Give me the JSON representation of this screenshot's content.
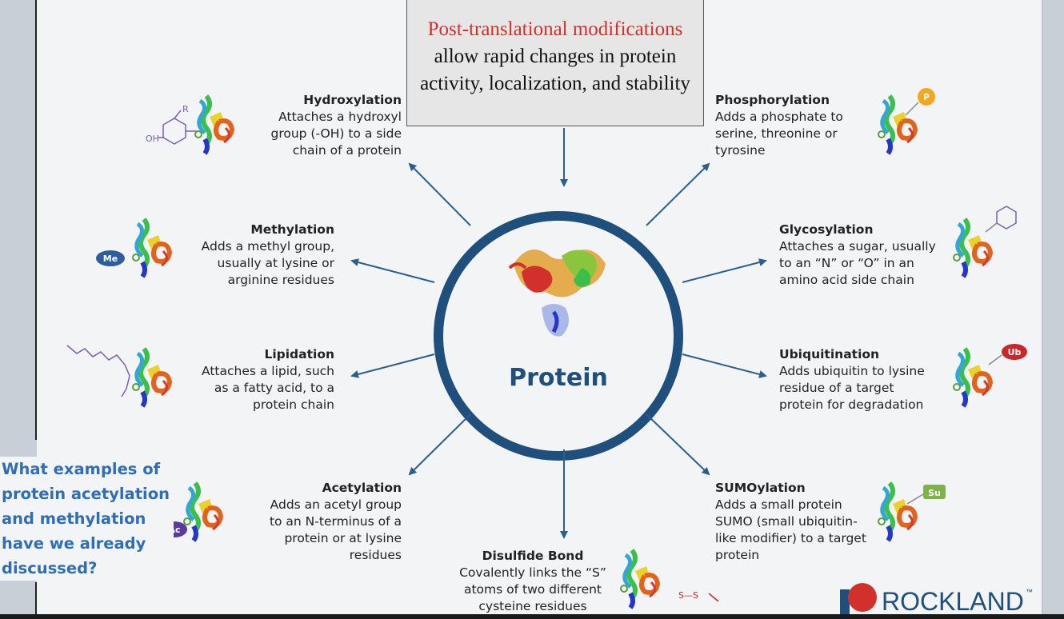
{
  "callout": {
    "red_text": "Post-translational modifications",
    "rest_text": "allow rapid changes in protein activity, localization, and stability"
  },
  "center": {
    "label": "Protein"
  },
  "modifications": {
    "hydroxylation": {
      "title": "Hydroxylation",
      "desc": "Attaches a hydroxyl group (-OH)  to a side chain of a protein"
    },
    "phosphorylation": {
      "title": "Phosphorylation",
      "desc": "Adds a phosphate to serine, threonine or tyrosine"
    },
    "methylation": {
      "title": "Methylation",
      "desc": "Adds a methyl group, usually at lysine or arginine residues"
    },
    "glycosylation": {
      "title": "Glycosylation",
      "desc": "Attaches a sugar, usually to an “N” or “O” in an amino acid side chain"
    },
    "lipidation": {
      "title": "Lipidation",
      "desc": "Attaches a lipid, such as a fatty acid, to a protein chain"
    },
    "ubiquitination": {
      "title": "Ubiquitination",
      "desc": "Adds ubiquitin to lysine residue of a target protein for degradation"
    },
    "acetylation": {
      "title": "Acetylation",
      "desc": "Adds an acetyl group to an N-terminus of a protein or at lysine residues"
    },
    "sumoylation": {
      "title": "SUMOylation",
      "desc": "Adds a small protein SUMO (small ubiquitin-like modifier) to a target protein"
    },
    "disulfide": {
      "title": "Disulfide Bond",
      "desc": "Covalently links the “S” atoms of two different cysteine residues"
    }
  },
  "badges": {
    "methyl": "Me",
    "acetyl": "Ac",
    "phosphate": "P",
    "ubiquitin": "Ub",
    "sumo": "Su",
    "hydroxyl": "OH",
    "r_group": "R",
    "disulfide_link": "S—S"
  },
  "question": "What examples of protein acetylation and methylation have we already discussed?",
  "logo": {
    "text": "ROCKLAND",
    "tm": "™"
  },
  "colors": {
    "accent_red": "#d2312b",
    "ring_blue": "#1f4f7d",
    "arrow_blue": "#2a5f8f",
    "question_blue": "#2f6eb6"
  }
}
